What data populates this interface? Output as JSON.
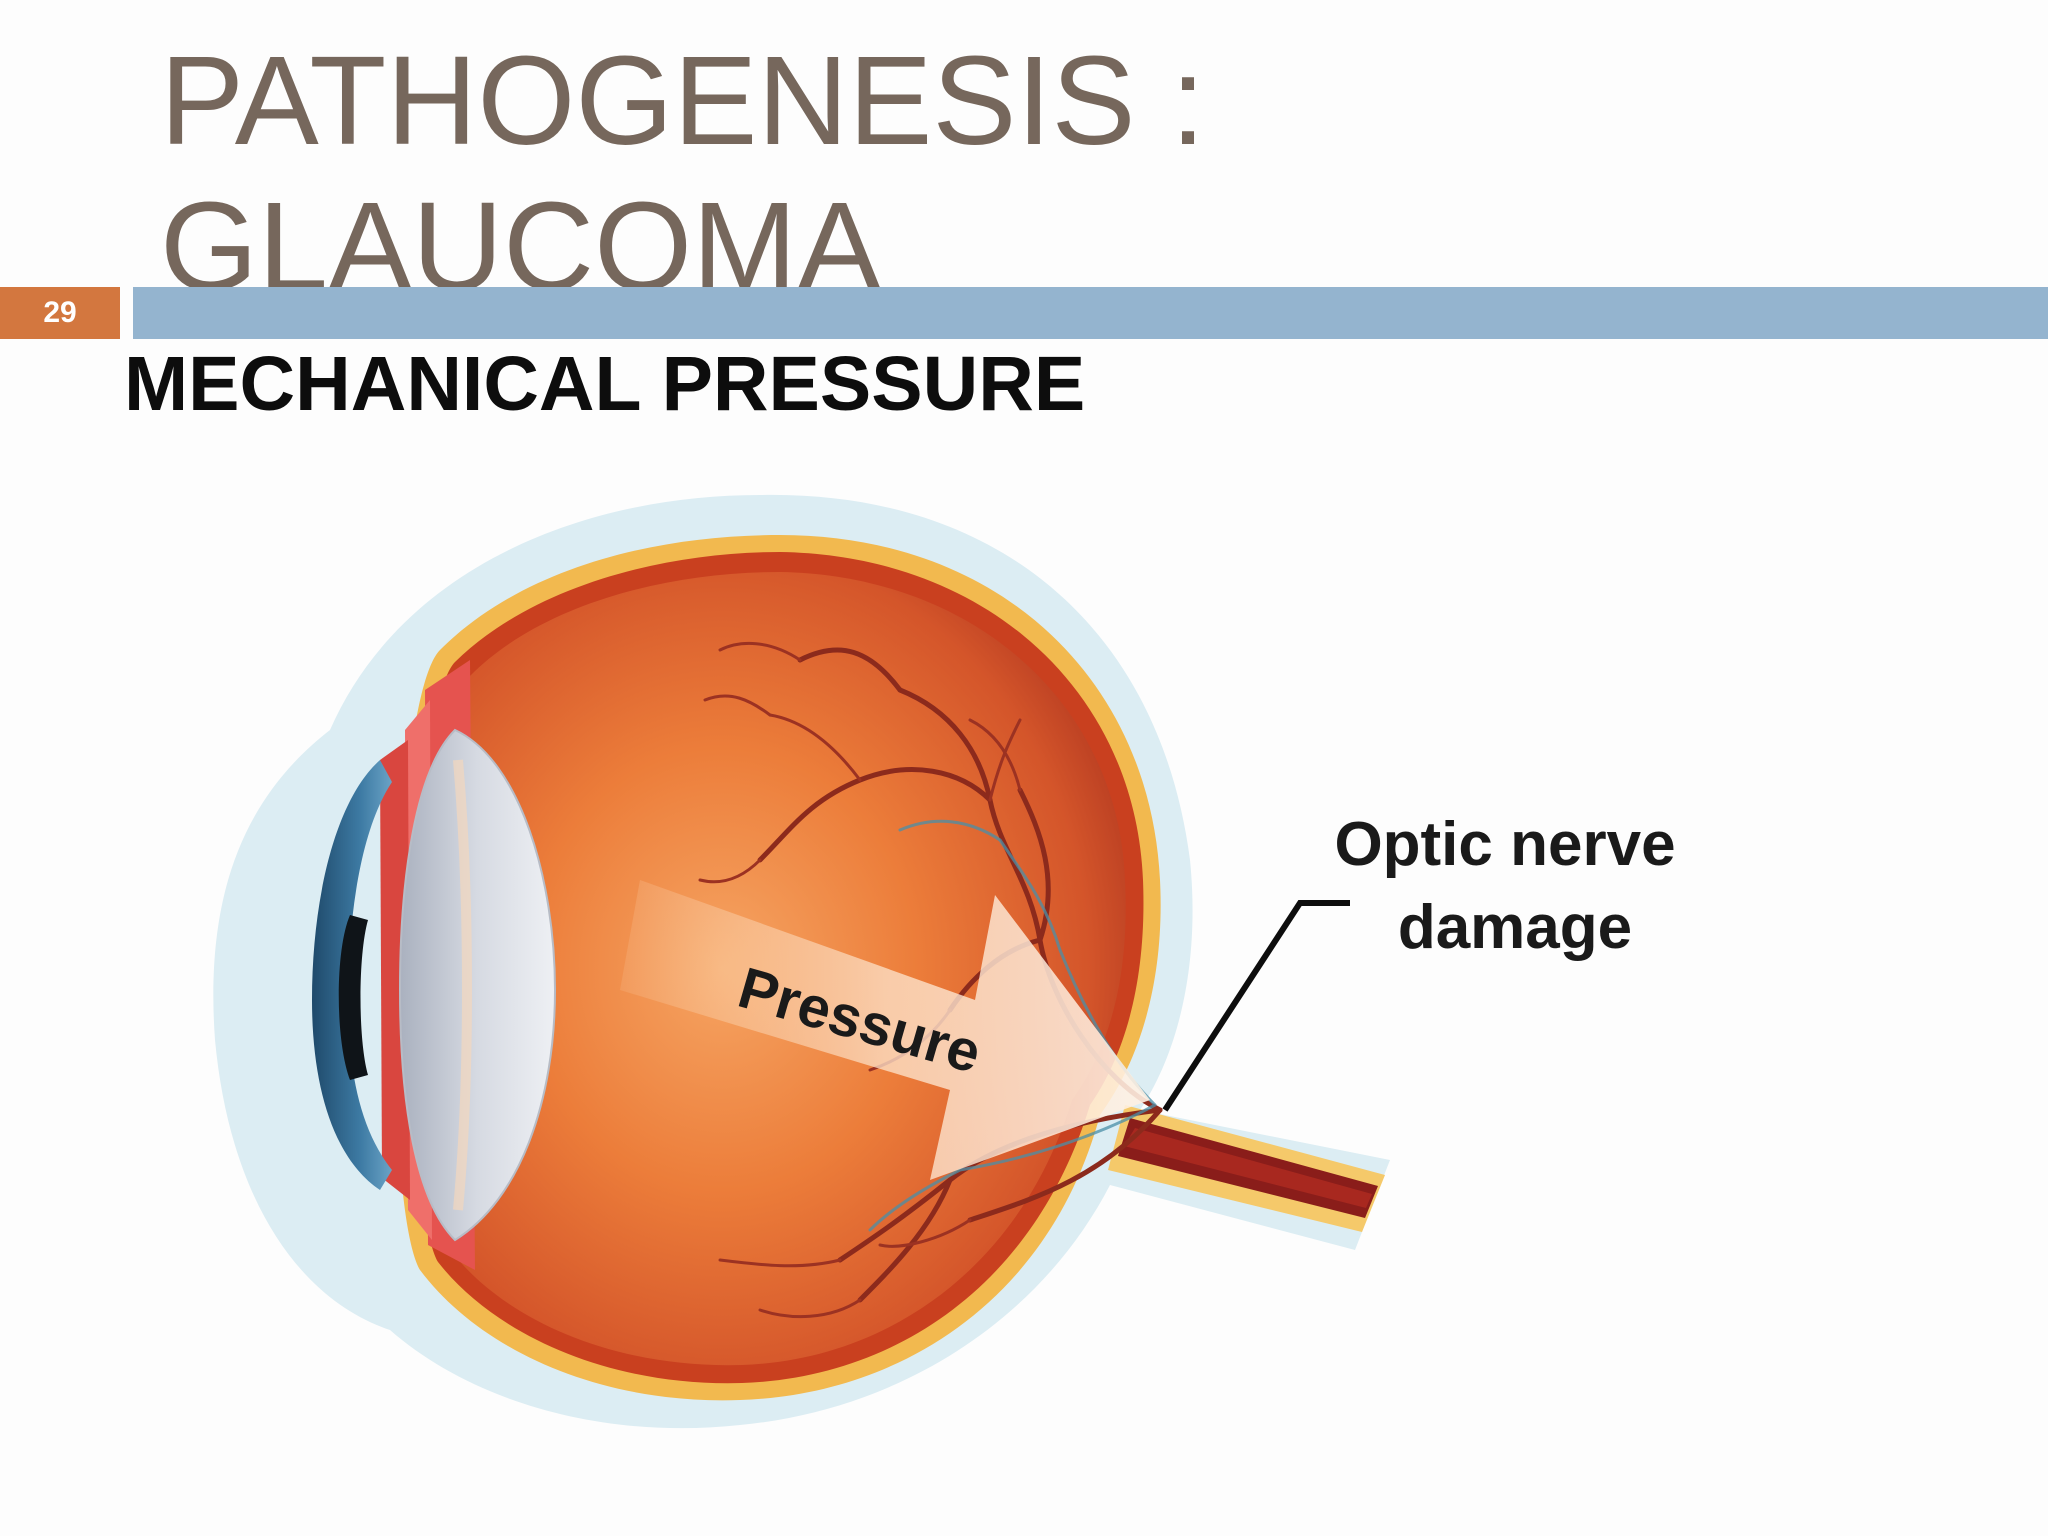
{
  "slide": {
    "number": "29",
    "title_line1": "PATHOGENESIS :",
    "title_line2": "GLAUCOMA",
    "subtitle": "MECHANICAL PRESSURE"
  },
  "diagram": {
    "pressure_label": "Pressure",
    "optic_label_line1": "Optic nerve",
    "optic_label_line2": "damage"
  },
  "colors": {
    "title": "#76675c",
    "badge": "#d3773f",
    "title_bar": "#94b4cf",
    "eye_orange": "#e0652a",
    "sclera_outer": "#d9ecf3"
  }
}
